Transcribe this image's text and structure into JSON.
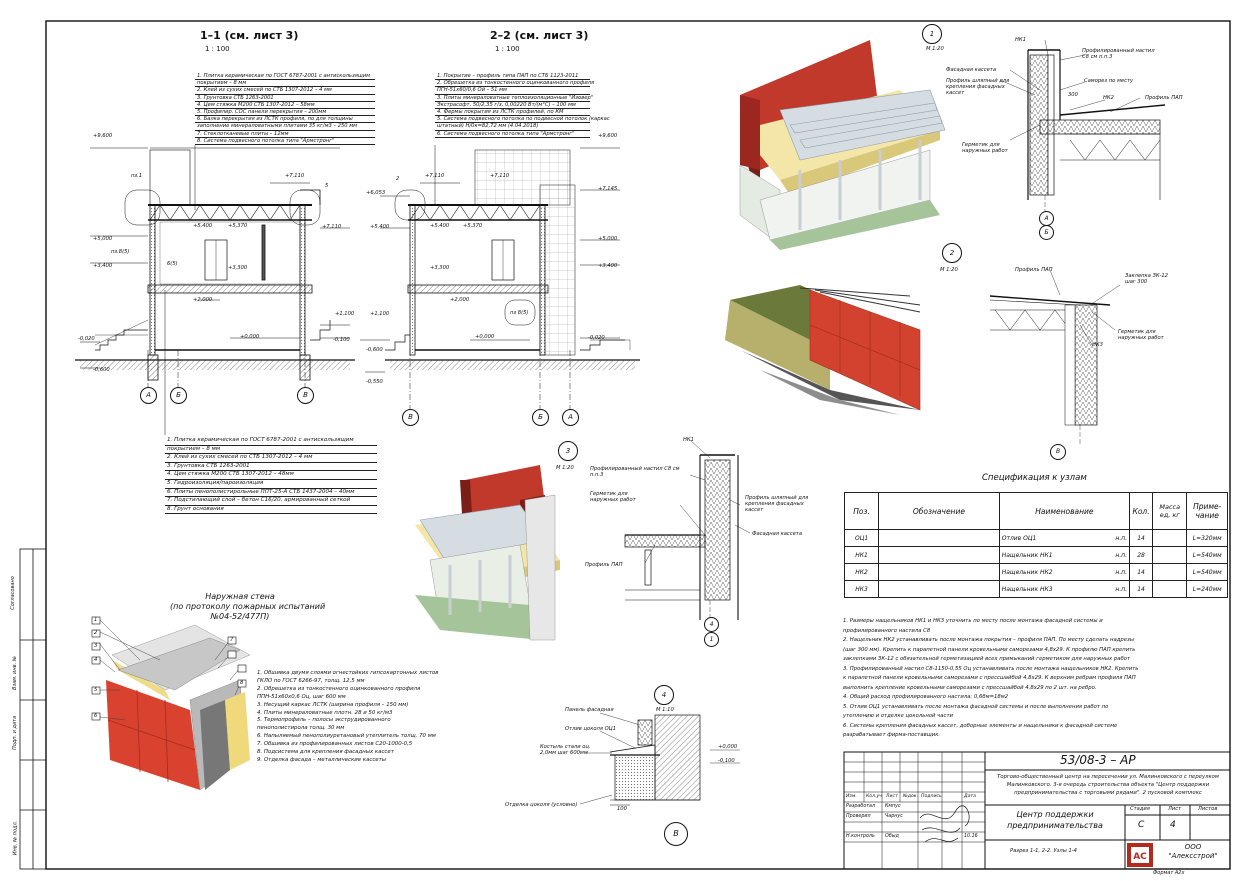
{
  "section_1": {
    "title": "1–1 (см. лист 3)",
    "scale": "1 : 100",
    "floor_notes": [
      "1. Плитка керамическая по ГОСТ 6787-2001 с антискользящим",
      "покрытием – 8 мм",
      "2. Клей из сухих смесей по СТБ 1307-2012 – 4 мм",
      "3. Грунтовка СТБ 1263-2001",
      "4. Цем стяжка М200 СТБ 1307-2012 – 58мм",
      "5. Профилир. СОС панели перекрытия – 200мм",
      "6. Балка перекрытия из ЛСТК профиля, по для толщины",
      "заполнение минераловатными плитами 35 кг/м3 – 250 мм",
      "7. Стеклотканевые плиты – 12мм",
      "8. Система подвесного потолка типа \"Армстронг\""
    ],
    "ground_notes": [
      "1. Плитка керамическая по ГОСТ 6787-2001 с антискользящим",
      "покрытием – 8 мм",
      "2. Клей из сухих смесей по СТБ 1307-2012 – 4 мм",
      "3. Грунтовка СТБ 1263-2001",
      "4. Цем стяжка М200 СТБ 1307-2012 – 48мм",
      "5. Гидроизоляция/пароизоляция",
      "6. Плиты пенополистирольные ППТ-25-А СТБ 1437-2004 – 40мм",
      "7. Подстилающий слой – бетон С16/20, армированный сеткой",
      "8. Грунт основания"
    ],
    "levels": [
      "+9,600",
      "+7,110",
      "+5,400",
      "+5,370",
      "+5,000",
      "+3,400",
      "+3,300",
      "+2,000",
      "+1,100",
      "+0,000",
      "-0,020",
      "-0,100",
      "-0,600"
    ],
    "labels": [
      "пз.1",
      "пз.8(5)",
      "6(5)",
      "5"
    ],
    "axes": [
      "А",
      "Б",
      "В"
    ]
  },
  "section_2": {
    "title": "2–2 (см. лист 3)",
    "scale": "1 : 100",
    "roof_notes": [
      "1. Покрытие – профиль типа ПАП по СТБ 1123-2011",
      "2. Обрешетка из тонкостенного оцинкованного профиля",
      "ПГН-51х60/0,6 Ой – 51 мм",
      "3. Плиты минераловатные теплоизоляционные \"Изовер\"",
      "Экстрасофт, 50/2,35 г/з, 0,00220 Вт/(м°С) – 100 мм",
      "4. Фермы покрытия из ЛСТК профилей, по КМ",
      "5. Система подвесного потолка по подвесной потолок (каркас",
      "штатный) Н/0к=82,72 мм (4.04.2018)",
      "6. Система подвесного потолка типа \"Армстронг\""
    ],
    "levels": [
      "+9,600",
      "+7,110",
      "+7,110",
      "+7,145",
      "+6,053",
      "+5,400",
      "+5,370",
      "+5,000",
      "+3,400",
      "+3,300",
      "+2,000",
      "+1,100",
      "+0,000",
      "-0,020",
      "-0,600",
      "-0,550"
    ],
    "labels": [
      "2",
      "пз 8(5)"
    ],
    "axes": [
      "В",
      "Б",
      "А"
    ]
  },
  "node_1": {
    "number": "1",
    "scale": "М 1:20",
    "labels": [
      "НК1",
      "Профилированный настил С8 см п.п.3",
      "Фасадная кассета",
      "Профиль шляпный для крепления фасадных кассет",
      "Саморез по месту",
      "НК2",
      "Профиль ПАП",
      "Герметик для наружных работ",
      "300"
    ],
    "axes": [
      "А",
      "Б"
    ]
  },
  "node_2": {
    "number": "2",
    "scale": "М 1:20",
    "labels": [
      "Профиль ПАП",
      "Заклепка ЗК-12 шаг 300",
      "Герметик для наружных работ",
      "НК3"
    ],
    "axis": "В"
  },
  "node_3": {
    "number": "3",
    "scale": "М 1:20",
    "labels": [
      "НК1",
      "Профилированный настил С8 см п.п.3",
      "Герметик для наружных работ",
      "Профиль шляпный для крепления фасадных кассет",
      "Фасадная кассета",
      "Профиль ПАП"
    ],
    "axes": [
      "4",
      "1"
    ]
  },
  "node_4": {
    "number": "4",
    "scale": "М 1:10",
    "labels": [
      "Панель фасадная",
      "Отлив цоколя ОЦ1",
      "Костыль стали оц. 2,0мм шаг 600мм",
      "Отделка цоколя (условно)",
      "+0,000",
      "-0,100",
      "100"
    ],
    "axis": "В"
  },
  "outer_wall": {
    "title_lines": [
      "Наружная стена",
      "(по протоколу пожарных испытаний",
      "№04-52/477П)"
    ],
    "callouts": [
      "1",
      "2",
      "3",
      "4",
      "5",
      "6",
      "7",
      "8"
    ],
    "notes": [
      "1. Обшивка двумя слоями огнестойких гипсокартонных листов",
      "ГКЛО по ГОСТ 6266-97, толщ. 12,5 мм",
      "2. Обрешетка из тонкостенного оцинкованного профиля",
      "ППН-51х60х0,6 Оц, шаг 600 мм",
      "3. Несущий каркас ЛСТК (ширина профиля – 150 мм)",
      "4. Плиты минераловатные плотн. 28 и 50 кг/м3",
      "5. Термопрофиль – полосы экструдированного",
      "пенополистирола толщ. 30 мм",
      "6. Напыляемый пенополиуретановый утеплитель толщ. 70 мм",
      "7. Обшивка из профилированных листов С20-1000-0,5",
      "",
      "8. Подсистема для крепления фасадных кассет",
      "9. Отделка фасада – металлические кассеты"
    ]
  },
  "spec": {
    "title": "Спецификация к узлам",
    "headers": [
      "Поз.",
      "Обозначение",
      "Наименование",
      "Кол.",
      "Масса ед, кг",
      "Приме-чание"
    ],
    "rows": [
      {
        "pos": "ОЦ1",
        "name": "Отлив ОЦ1",
        "np": "н.п.",
        "qty": "14",
        "note": "L=320мм"
      },
      {
        "pos": "НК1",
        "name": "Нащельник НК1",
        "np": "н.п.",
        "qty": "28",
        "note": "L=540мм"
      },
      {
        "pos": "НК2",
        "name": "Нащельник НК2",
        "np": "н.п.",
        "qty": "14",
        "note": "L=540мм"
      },
      {
        "pos": "НК3",
        "name": "Нащельник НК3",
        "np": "н.п.",
        "qty": "14",
        "note": "L=240мм"
      }
    ]
  },
  "general_notes": [
    "1.        Размеры нащельников НК1 и НК3 уточнить по месту после монтажа фасадной системы и",
    "профилированного настила С8",
    "2.        Нащельник НК2 устанавливать после монтажа покрытия – профиля ПАП. По месту сделать надрезы",
    "(шаг 300 мм). Крепить к парапетной панели кровельными саморезами 4,8х29. К профилю ПАП крепить",
    "заклепками ЗК-12 с обязательной герметизацией всех примыканий герметиком для наружных работ",
    "3.        Профилированный настил С8-1150-0,55 Оц устанавливать после монтажа нащельников НК2. Крепить",
    "к парапетной панели кровельными саморезами с прессшайбой 4,8х29. К верхним ребрам профиля ПАП",
    "выполнить крепление кровельными саморезами с прессшайбой 4,8х29 по 2 шт. на ребро.",
    "4.        Общий расход профилированного настила: 0,6бм=18м2",
    "5.        Отлив ОЦ1 устанавливать после монтажа фасадной системы и после выполнения работ по",
    "утеплению и отделке цокольной части",
    "6.        Системы крепления фасадных кассет, доборные элементы и нащельники к фасадной системе",
    "разрабатывает фирма-поставщик."
  ],
  "stamp": {
    "code": "53/08-3 – АР",
    "project": [
      "Торгово-общественный центр на пересечении ул. Малинковского с переулком",
      "Малинковского. 3-я очередь строительства объекта \"Центр поддержки",
      "предпринимательства с торговыми рядами\". 2 пусковой комплекс"
    ],
    "building": [
      "Центр поддержки",
      "предпринимательства"
    ],
    "sheet_title": "Разрез 1-1, 2-2. Узлы 1-4",
    "stage_header": "Стадия",
    "sheet_header": "Лист",
    "sheets_header": "Листов",
    "stage": "С",
    "sheet": "4",
    "firm": [
      "ООО",
      "\"Алексстрой\""
    ],
    "logo_letters": "АС",
    "col_headers": [
      "Изм.",
      "Кол.уч",
      "Лист",
      "№док.",
      "Подпись",
      "Дата"
    ],
    "roles": [
      {
        "role": "Разработал",
        "name": "Кмпус"
      },
      {
        "role": "Проверил",
        "name": "Чарнус"
      },
      {
        "role": "",
        "name": ""
      },
      {
        "role": "Н.контроль",
        "name": "Обыд"
      }
    ],
    "date": "10.16",
    "format": "Формат А2х"
  },
  "side_stamp": [
    "Согласовано",
    "Взам. инв. №",
    "Подп. и дата",
    "Инв. № подл."
  ]
}
